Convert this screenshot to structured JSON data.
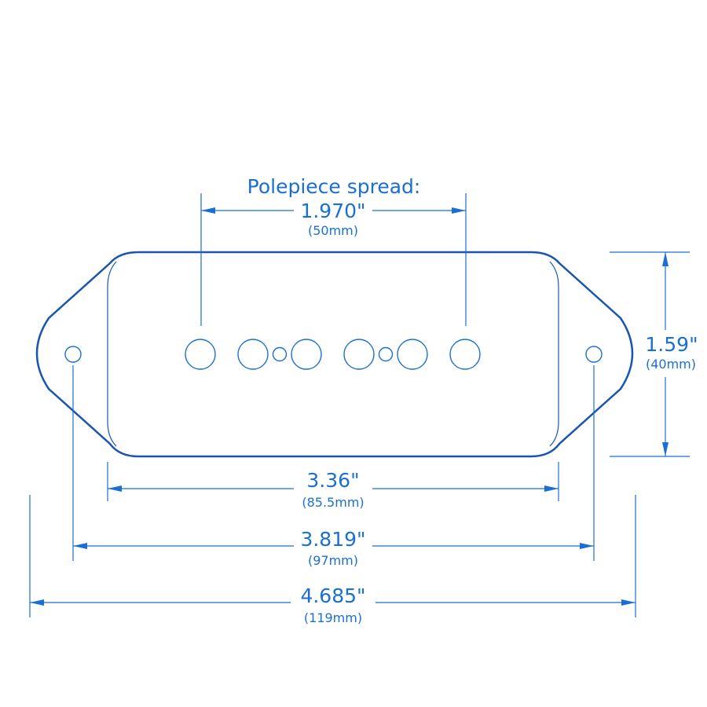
{
  "polepiece_spread": {
    "title": "Polepiece spread:",
    "inches": "1.970\"",
    "mm": "(50mm)"
  },
  "height": {
    "inches": "1.59\"",
    "mm": "(40mm)"
  },
  "cover_width": {
    "inches": "3.36\"",
    "mm": "(85.5mm)"
  },
  "mounting_hole_spacing": {
    "inches": "3.819\"",
    "mm": "(97mm)"
  },
  "overall_length": {
    "inches": "4.685\"",
    "mm": "(119mm)"
  },
  "colors": {
    "outline": "#1a56b0",
    "dimension": "#1a6fd4"
  }
}
